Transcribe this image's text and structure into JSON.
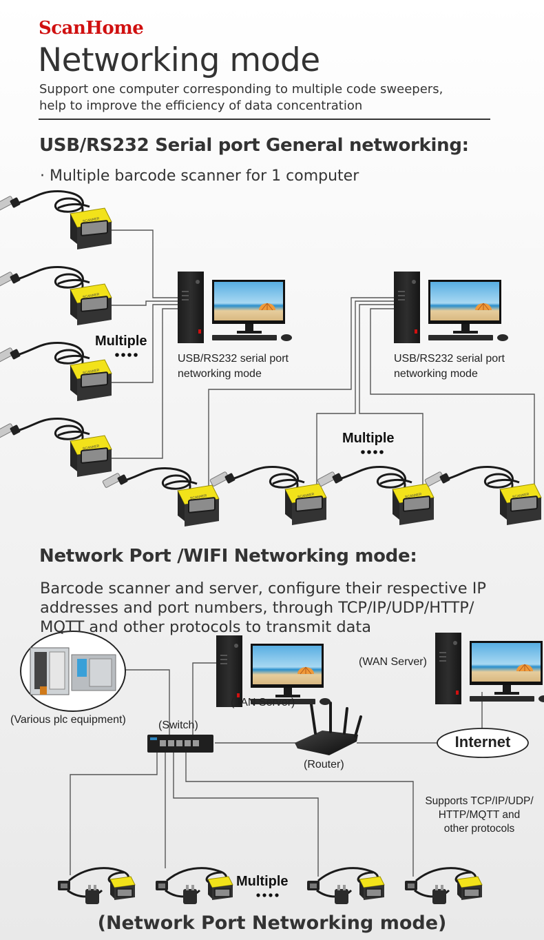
{
  "brand": "ScanHome",
  "header": {
    "title": "Networking mode",
    "subtitle_line1": "Support one computer corresponding to multiple code sweepers,",
    "subtitle_line2": "help to improve the efficiency of data concentration"
  },
  "usb_section": {
    "heading": "USB/RS232 Serial port General networking:",
    "bullet": "· Multiple barcode scanner for 1 computer",
    "multiple_label": "Multiple",
    "pc1_label_line1": "USB/RS232 serial port",
    "pc1_label_line2": "networking mode",
    "pc2_label_line1": "USB/RS232 serial port",
    "pc2_label_line2": "networking mode"
  },
  "network_section": {
    "heading": "Network Port /WIFI Networking mode:",
    "desc_line1": "Barcode scanner and server, configure their respective IP",
    "desc_line2": "addresses and port numbers, through TCP/IP/UDP/HTTP/",
    "desc_line3": "MQTT and other protocols to transmit data",
    "wan_server": "(WAN Server)",
    "lan_server": "(LAN Server)",
    "plc": "(Various plc equipment)",
    "switch": "(Switch)",
    "router": "(Router)",
    "internet": "Internet",
    "protocols_line1": "Supports TCP/IP/UDP/",
    "protocols_line2": "HTTP/MQTT and",
    "protocols_line3": "other protocols",
    "multiple_label": "Multiple",
    "footer": "(Network Port Networking mode)"
  },
  "colors": {
    "brand_red": "#d01010",
    "scanner_yellow": "#f2e21a",
    "scanner_body": "#2b2b2b",
    "wire": "#555555",
    "screen_sky": "#69b8e4",
    "screen_sea": "#1f86c4",
    "screen_sand": "#e9cfa0"
  }
}
